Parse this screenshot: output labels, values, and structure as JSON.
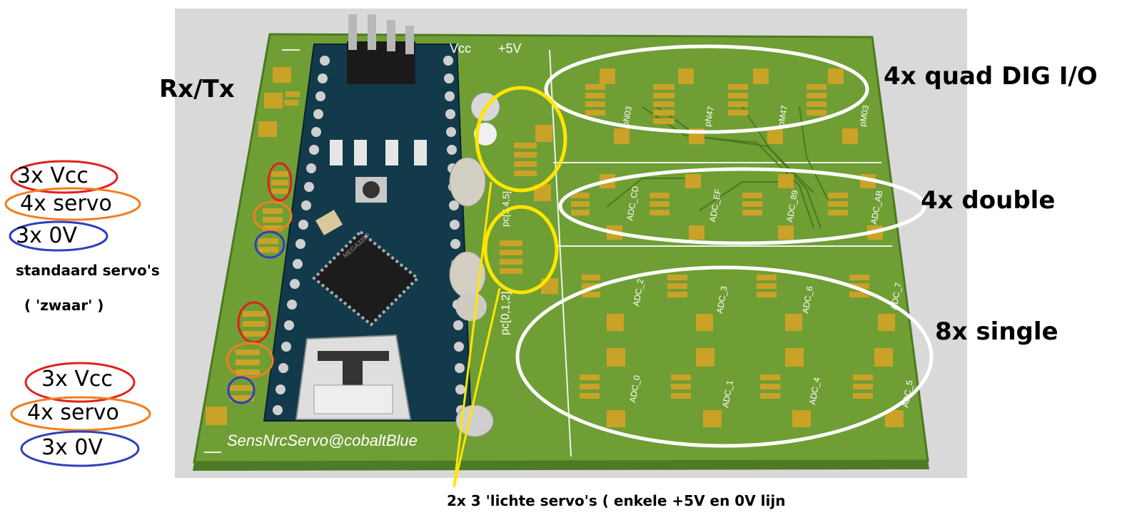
{
  "board": {
    "silkscreen": {
      "board_name": "SensNrcServo@cobaltBlue",
      "vcc": "Vcc",
      "plus5v": "+5V",
      "dig_labels": [
        "pN03",
        "pN47",
        "pM47",
        "pM03"
      ],
      "double_labels": [
        "ADC_CD",
        "ADC_EF",
        "ADC_89",
        "ADC_AB"
      ],
      "single_top_labels": [
        "ADC_2",
        "ADC_3",
        "ADC_6",
        "ADC_7"
      ],
      "single_bottom_labels": [
        "ADC_0",
        "ADC_1",
        "ADC_4",
        "ADC_5"
      ],
      "pc_upper": "pc[3,4,5]",
      "pc_lower": "pc[0,1,2]",
      "chip_text": "MEGA328P"
    }
  },
  "annotations": {
    "rx_tx": "Rx/Tx",
    "dig_io": "4x quad DIG I/O",
    "double": "4x double",
    "single": "8x single",
    "group1": {
      "vcc": "3x Vcc",
      "servo": "4x servo",
      "ov": "3x 0V"
    },
    "standard_servos": "standaard servo's",
    "heavy": "( 'zwaar' )",
    "group2": {
      "vcc": "3x Vcc",
      "servo": "4x servo",
      "ov": "3x 0V"
    },
    "light_servos": "2x 3 'lichte servo's ( enkele +5V en 0V lijn"
  },
  "colors": {
    "pcb_green": "#6f9e35",
    "pad_gold": "#c9a227",
    "nano_blue": "#123a4a",
    "red": "#e02020",
    "orange": "#f07f20",
    "blue": "#2f3fbf",
    "yellow": "#ffe600",
    "white": "#ffffff"
  }
}
